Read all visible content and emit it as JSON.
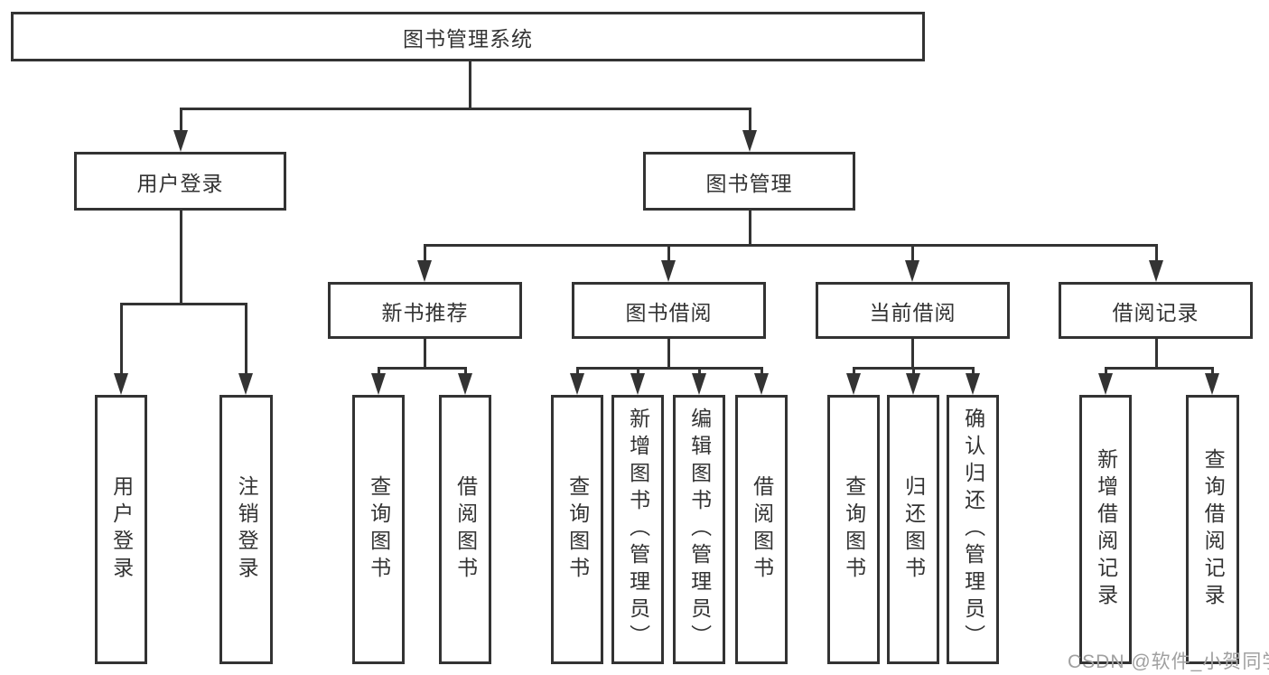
{
  "colors": {
    "line": "#333333",
    "text": "#333333",
    "background": "#ffffff",
    "watermark": "#a0a0a0"
  },
  "nodes": {
    "root": {
      "label": "图书管理系统"
    },
    "level2": [
      {
        "label": "用户登录"
      },
      {
        "label": "图书管理"
      }
    ],
    "level3": [
      {
        "label": "新书推荐",
        "parent": "图书管理"
      },
      {
        "label": "图书借阅",
        "parent": "图书管理"
      },
      {
        "label": "当前借阅",
        "parent": "图书管理"
      },
      {
        "label": "借阅记录",
        "parent": "图书管理"
      }
    ],
    "leaves": [
      {
        "label": "用户登录",
        "parent": "用户登录"
      },
      {
        "label": "注销登录",
        "parent": "用户登录"
      },
      {
        "label": "查询图书",
        "parent": "新书推荐"
      },
      {
        "label": "借阅图书",
        "parent": "新书推荐"
      },
      {
        "label": "查询图书",
        "parent": "图书借阅"
      },
      {
        "label": "新增图书（管理员）",
        "parent": "图书借阅"
      },
      {
        "label": "编辑图书（管理员）",
        "parent": "图书借阅"
      },
      {
        "label": "借阅图书",
        "parent": "图书借阅"
      },
      {
        "label": "查询图书",
        "parent": "当前借阅"
      },
      {
        "label": "归还图书",
        "parent": "当前借阅"
      },
      {
        "label": "确认归还（管理员）",
        "parent": "当前借阅"
      },
      {
        "label": "新增借阅记录",
        "parent": "借阅记录"
      },
      {
        "label": "查询借阅记录",
        "parent": "借阅记录"
      }
    ]
  },
  "watermark": {
    "text": "CSDN @软件_小贺同学"
  }
}
